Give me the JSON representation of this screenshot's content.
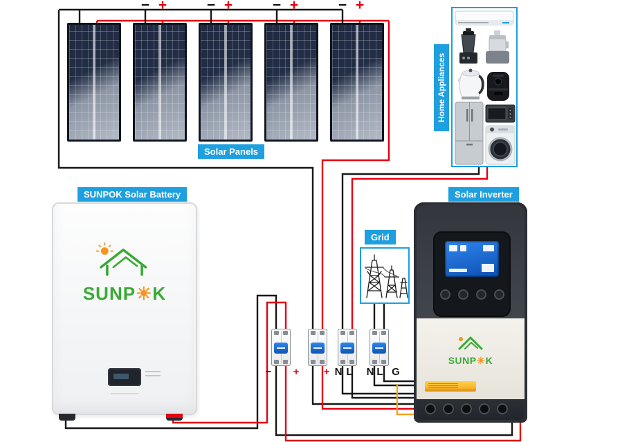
{
  "colors": {
    "accent": "#1e9fe0",
    "black": "#161616",
    "red": "#e60012",
    "orange": "#f5a31d",
    "green": "#3aaa35",
    "sun": "#f7941d"
  },
  "labels": {
    "solar_panels": "Solar Panels",
    "battery": "SUNPOK Solar Battery",
    "inverter": "Solar Inverter",
    "grid": "Grid",
    "appliances": "Home Appliances"
  },
  "array_terminals": {
    "pairs": [
      {
        "minus": "−",
        "plus": "+"
      },
      {
        "minus": "−",
        "plus": "+"
      },
      {
        "minus": "−",
        "plus": "+"
      },
      {
        "minus": "−",
        "plus": "+"
      }
    ]
  },
  "breaker_row": {
    "labels": [
      {
        "text": "−",
        "color": "black"
      },
      {
        "text": "+",
        "color": "red"
      },
      {
        "text": "+",
        "color": "red"
      },
      {
        "text": "N",
        "color": "black"
      },
      {
        "text": "L",
        "color": "black"
      },
      {
        "text": "N",
        "color": "black"
      },
      {
        "text": "L",
        "color": "black"
      },
      {
        "text": "G",
        "color": "black"
      }
    ]
  },
  "brand": {
    "pre": "SUNP",
    "sun_glyph": "☀",
    "post": "K"
  },
  "appliance_icons": [
    "air-conditioner-icon",
    "blender-icon",
    "food-processor-icon",
    "kettle-icon",
    "air-fryer-icon",
    "microwave-icon",
    "refrigerator-icon",
    "washing-machine-icon"
  ]
}
